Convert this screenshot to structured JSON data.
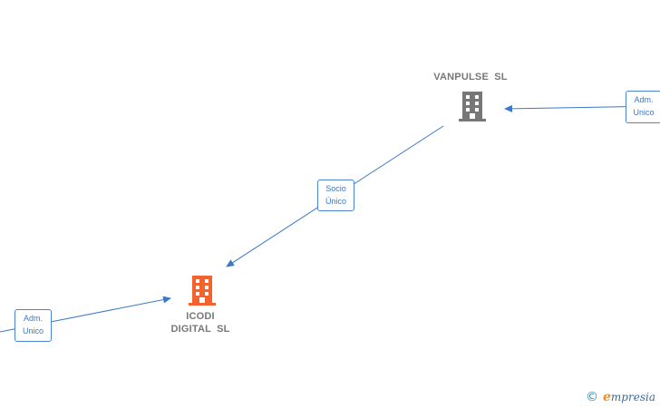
{
  "nodes": {
    "vanpulse": {
      "name": "VANPULSE  SL",
      "color": "#777777"
    },
    "icodi": {
      "name_line1": "ICODI",
      "name_line2": "DIGITAL  SL",
      "color": "#f4632e"
    }
  },
  "relations": {
    "socio_unico": {
      "line1": "Socio",
      "line2": "Único"
    },
    "adm_unico_right": {
      "line1": "Adm.",
      "line2": "Unico"
    },
    "adm_unico_left": {
      "line1": "Adm.",
      "line2": "Unico"
    }
  },
  "colors": {
    "edge": "#3a78c8",
    "relation_border": "#4a86d0"
  },
  "brand": {
    "copyright": "©",
    "name_initial": "e",
    "name_rest": "mpresia"
  }
}
